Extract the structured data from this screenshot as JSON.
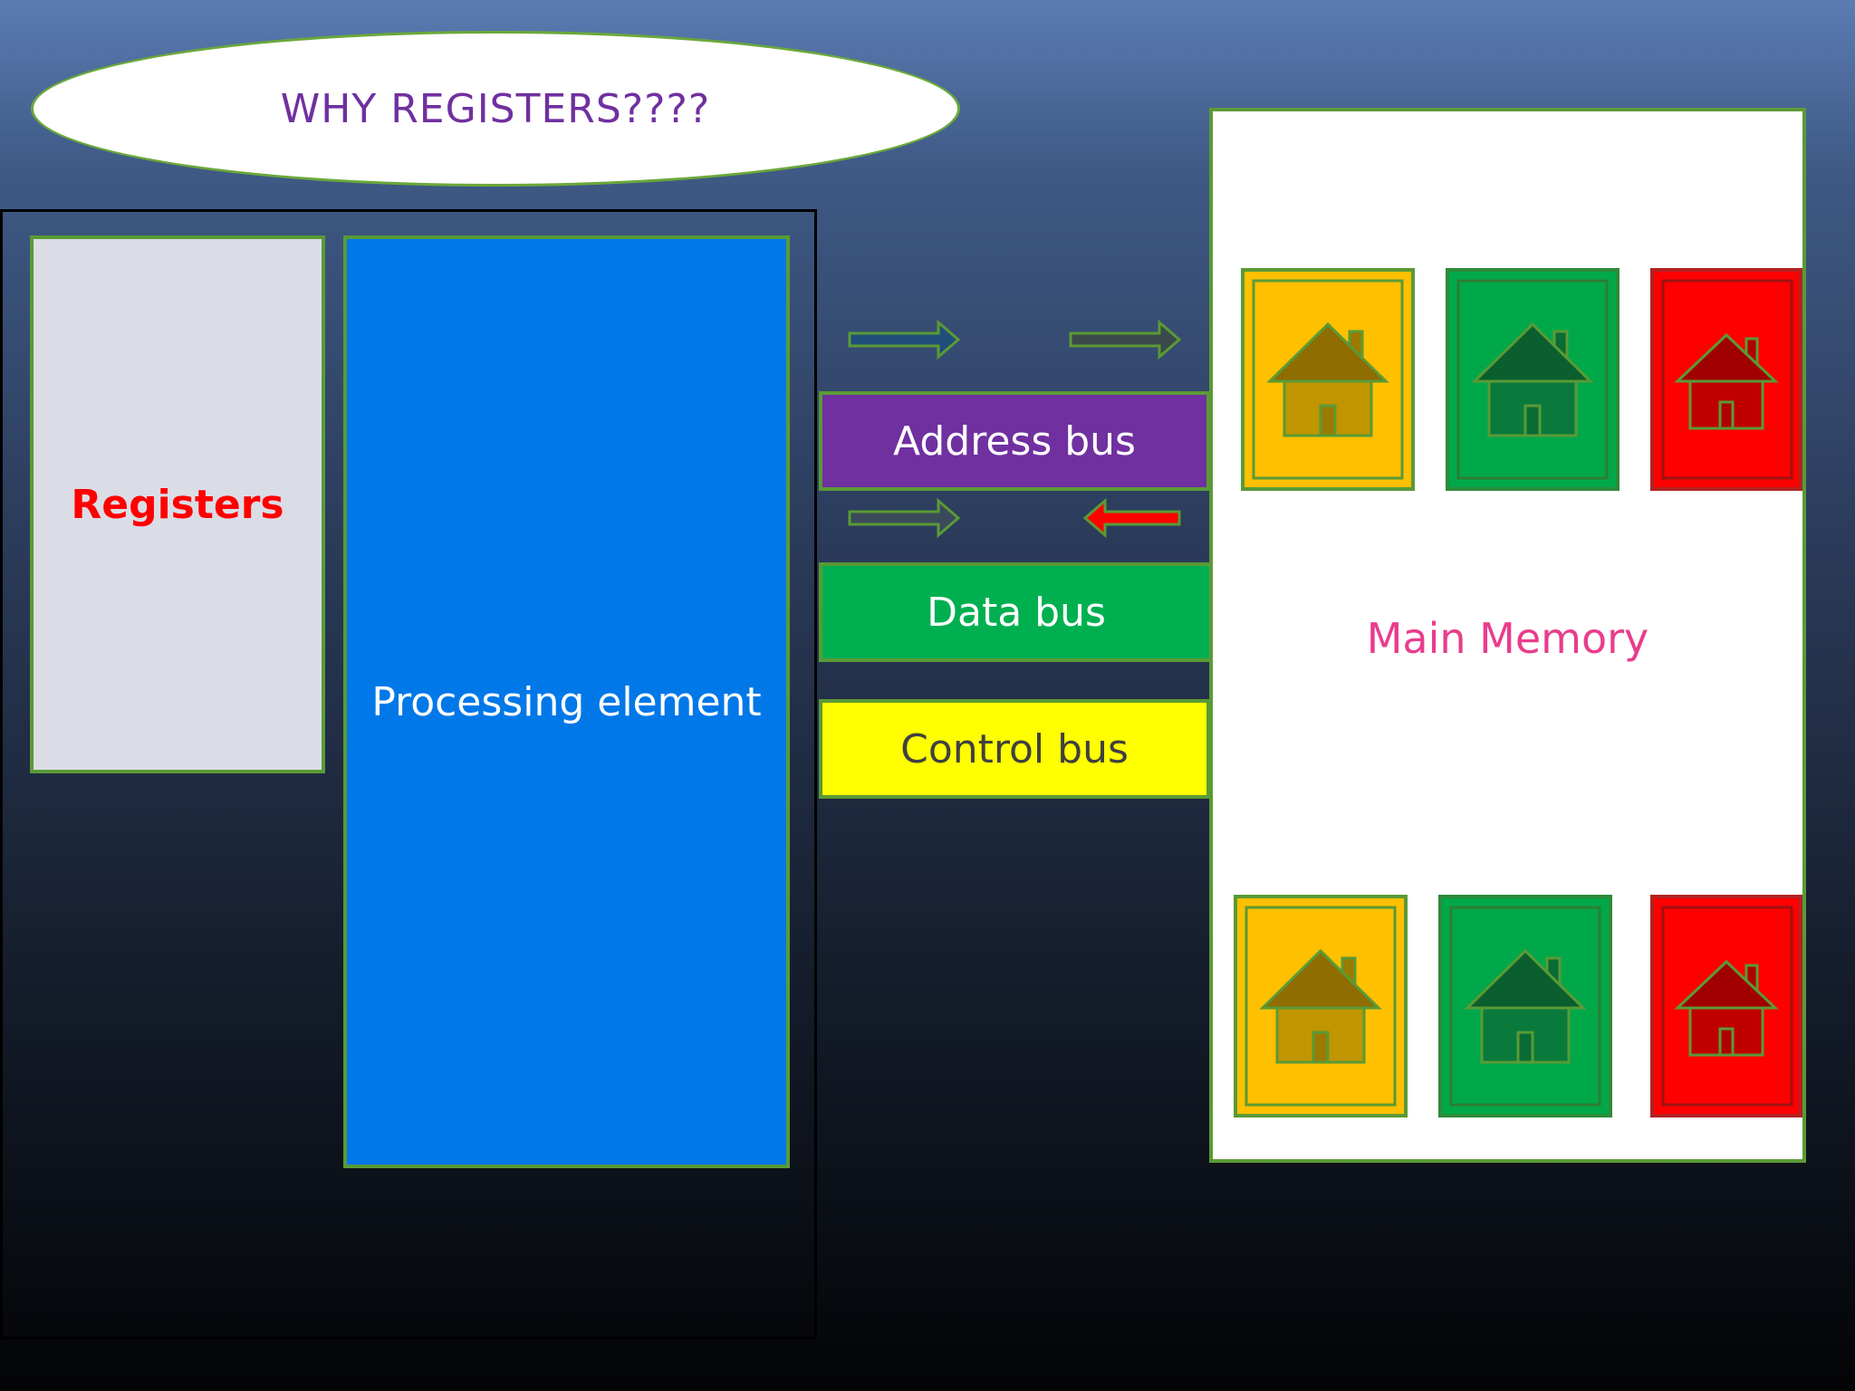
{
  "title": "WHY REGISTERS????",
  "registers_label": "Registers",
  "processing_label": "Processing element",
  "buses": {
    "address": "Address bus",
    "data": "Data bus",
    "control": "Control bus"
  },
  "memory_label": "Main Memory",
  "colors": {
    "address_bus": "#7030a0",
    "data_bus": "#00b050",
    "control_bus": "#ffff00",
    "processing": "#0078e8",
    "registers_text": "#ff0000",
    "memory_text": "#e83d8c",
    "border_green": "#5a9a36"
  },
  "memory_tiles": [
    {
      "color": "yellow",
      "icon": "house-icon"
    },
    {
      "color": "green",
      "icon": "house-icon"
    },
    {
      "color": "red",
      "icon": "house-icon"
    },
    {
      "color": "yellow",
      "icon": "house-icon"
    },
    {
      "color": "green",
      "icon": "house-icon"
    },
    {
      "color": "red",
      "icon": "house-icon"
    }
  ],
  "arrows": [
    {
      "direction": "right",
      "fill": "#1f4e79"
    },
    {
      "direction": "right",
      "fill": "#3a4a4a"
    },
    {
      "direction": "right",
      "fill": "#3a4a5a"
    },
    {
      "direction": "left",
      "fill": "#ff0000"
    }
  ]
}
